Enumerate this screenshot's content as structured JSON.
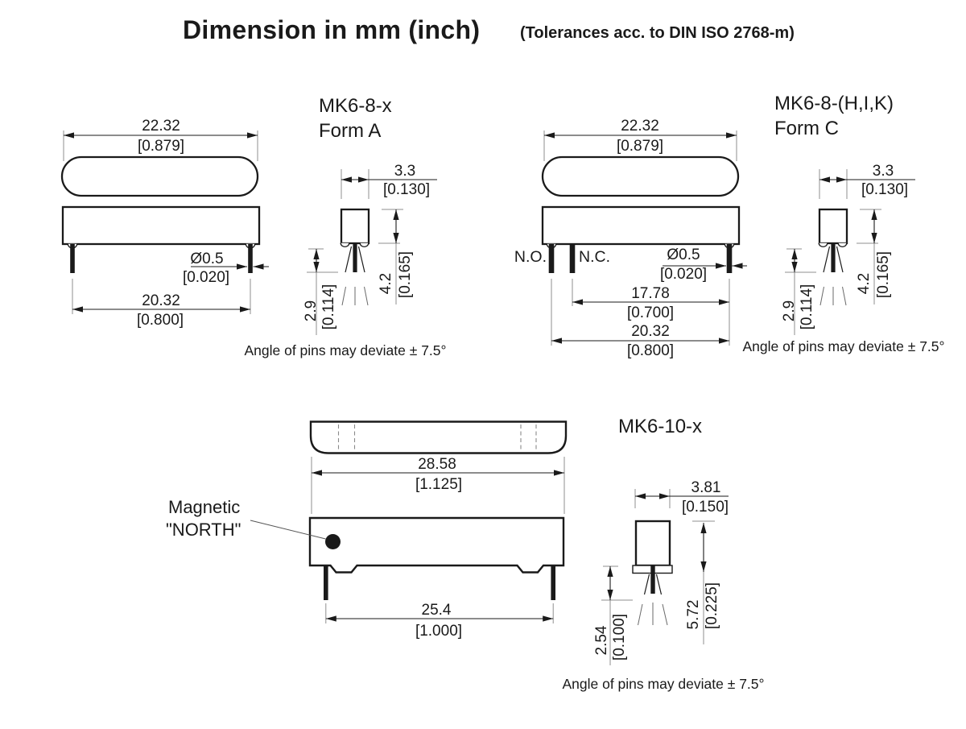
{
  "title": {
    "main": "Dimension in mm (inch)",
    "tolerance": "(Tolerances acc. to DIN ISO 2768-m)"
  },
  "colors": {
    "ink": "#1a1a1a",
    "extension": "#8f8f8f"
  },
  "form_a": {
    "name": "MK6-8-x",
    "form": "Form A",
    "body_width_mm": "22.32",
    "body_width_in": "[0.879]",
    "pin_diameter_mm": "Ø0.5",
    "pin_diameter_in": "[0.020]",
    "pin_spacing_mm": "20.32",
    "pin_spacing_in": "[0.800]",
    "body_thickness_mm": "3.3",
    "body_thickness_in": "[0.130]",
    "pin_length_mm": "2.9",
    "pin_length_in": "[0.114]",
    "body_height_mm": "4.2",
    "body_height_in": "[0.165]",
    "note": "Angle of pins may deviate ± 7.5°"
  },
  "form_c": {
    "name": "MK6-8-(H,I,K)",
    "form": "Form C",
    "pin_label_no": "N.O.",
    "pin_label_nc": "N.C.",
    "body_width_mm": "22.32",
    "body_width_in": "[0.879]",
    "pin_diameter_mm": "Ø0.5",
    "pin_diameter_in": "[0.020]",
    "nc_pin_spacing_mm": "17.78",
    "nc_pin_spacing_in": "[0.700]",
    "pin_spacing_mm": "20.32",
    "pin_spacing_in": "[0.800]",
    "body_thickness_mm": "3.3",
    "body_thickness_in": "[0.130]",
    "pin_length_mm": "2.9",
    "pin_length_in": "[0.114]",
    "body_height_mm": "4.2",
    "body_height_in": "[0.165]",
    "note": "Angle of pins may deviate ± 7.5°"
  },
  "mk6_10": {
    "name": "MK6-10-x",
    "magnet_line1": "Magnetic",
    "magnet_line2": "\"NORTH\"",
    "body_width_mm": "28.58",
    "body_width_in": "[1.125]",
    "pin_spacing_mm": "25.4",
    "pin_spacing_in": "[1.000]",
    "body_thickness_mm": "3.81",
    "body_thickness_in": "[0.150]",
    "pin_length_mm": "2.54",
    "pin_length_in": "[0.100]",
    "body_height_mm": "5.72",
    "body_height_in": "[0.225]",
    "note": "Angle of pins may deviate ± 7.5°"
  }
}
